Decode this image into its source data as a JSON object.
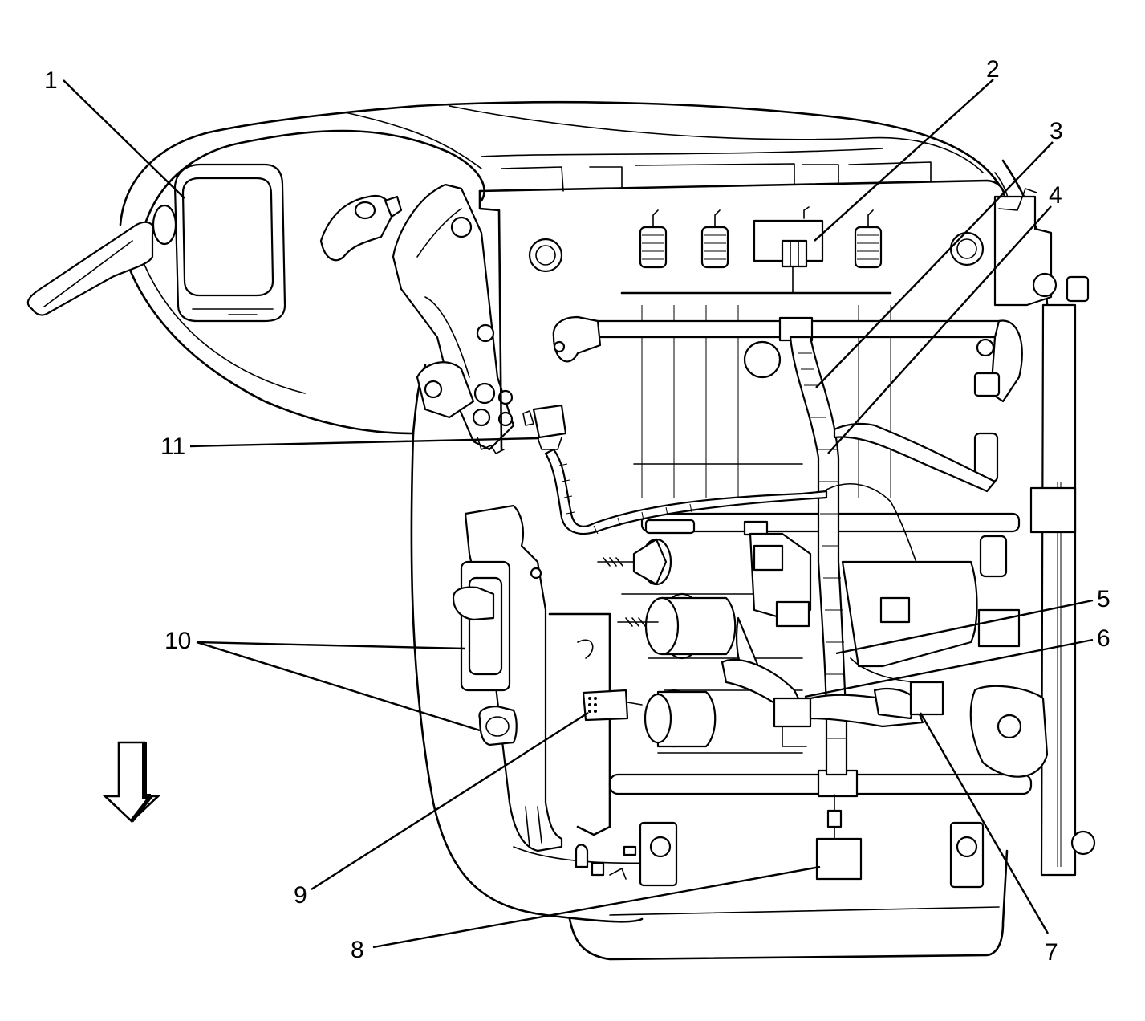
{
  "diagram": {
    "callouts": [
      {
        "id": "callout-1",
        "number": "1"
      },
      {
        "id": "callout-2",
        "number": "2"
      },
      {
        "id": "callout-3",
        "number": "3"
      },
      {
        "id": "callout-4",
        "number": "4"
      },
      {
        "id": "callout-5",
        "number": "5"
      },
      {
        "id": "callout-6",
        "number": "6"
      },
      {
        "id": "callout-7",
        "number": "7"
      },
      {
        "id": "callout-8",
        "number": "8"
      },
      {
        "id": "callout-9",
        "number": "9"
      },
      {
        "id": "callout-10",
        "number": "10"
      },
      {
        "id": "callout-11",
        "number": "11"
      }
    ],
    "direction_arrow_icon": "down-arrow-icon"
  }
}
